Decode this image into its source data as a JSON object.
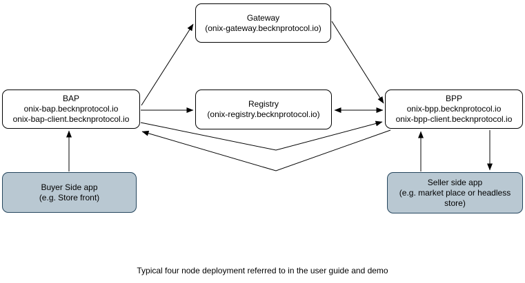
{
  "diagram": {
    "caption": "Typical four node deployment referred to in the user guide and demo",
    "nodes": {
      "gateway": {
        "lines": [
          "Gateway",
          "(onix-gateway.becknprotocol.io)"
        ]
      },
      "bap": {
        "lines": [
          "BAP",
          "onix-bap.becknprotocol.io",
          "onix-bap-client.becknprotocol.io"
        ]
      },
      "registry": {
        "lines": [
          "Registry",
          "(onix-registry.becknprotocol.io)"
        ]
      },
      "bpp": {
        "lines": [
          "BPP",
          "onix-bpp.becknprotocol.io",
          "onix-bpp-client.becknprotocol.io"
        ]
      },
      "buyer_app": {
        "lines": [
          "Buyer Side app",
          "(e.g. Store front)"
        ]
      },
      "seller_app": {
        "lines": [
          "Seller side app",
          "(e.g. market place or headless store)"
        ]
      }
    },
    "edges": [
      {
        "from": "bap",
        "to": "gateway",
        "direction": "one-way"
      },
      {
        "from": "gateway",
        "to": "bpp",
        "direction": "one-way"
      },
      {
        "from": "bap",
        "to": "registry",
        "direction": "one-way"
      },
      {
        "from": "registry",
        "to": "bpp",
        "direction": "two-way"
      },
      {
        "from": "bap",
        "to": "bpp",
        "direction": "one-way",
        "route": "below-registry"
      },
      {
        "from": "bpp",
        "to": "bap",
        "direction": "one-way",
        "route": "below-registry"
      },
      {
        "from": "buyer_app",
        "to": "bap",
        "direction": "one-way"
      },
      {
        "from": "seller_app",
        "to": "bpp",
        "direction": "one-way"
      },
      {
        "from": "bpp",
        "to": "seller_app",
        "direction": "one-way"
      }
    ],
    "colors": {
      "background": "#ffffff",
      "node_fill": "#ffffff",
      "node_border": "#000000",
      "app_fill": "#b9c8d2",
      "app_border": "#23445c",
      "line": "#000000"
    }
  }
}
